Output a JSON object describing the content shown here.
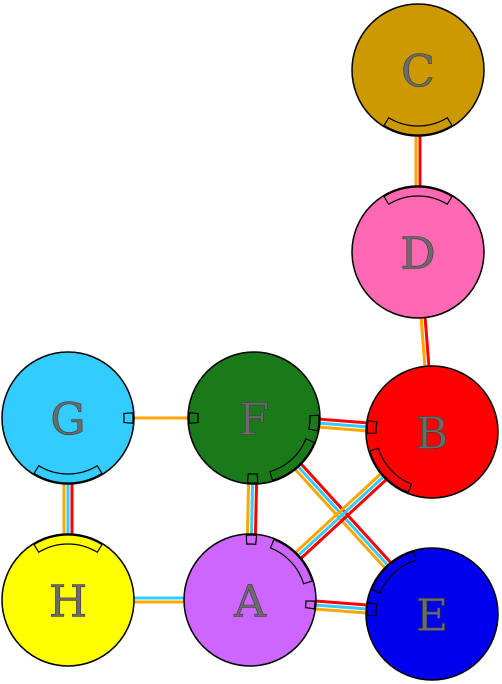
{
  "nodes": [
    {
      "id": "C",
      "label": "C",
      "color": "#cc9900"
    },
    {
      "id": "D",
      "label": "D",
      "color": "#ff69b4"
    },
    {
      "id": "G",
      "label": "G",
      "color": "#33ccff"
    },
    {
      "id": "F",
      "label": "F",
      "color": "#1a7a1a"
    },
    {
      "id": "B",
      "label": "B",
      "color": "#ff0000"
    },
    {
      "id": "H",
      "label": "H",
      "color": "#ffff00"
    },
    {
      "id": "A",
      "label": "A",
      "color": "#cc66ff"
    },
    {
      "id": "E",
      "label": "E",
      "color": "#0000ee"
    }
  ],
  "edges": [
    {
      "from": "C",
      "to": "D",
      "colors": [
        "#ff0000",
        "#ffa500"
      ]
    },
    {
      "from": "D",
      "to": "B",
      "colors": [
        "#ff0000",
        "#ffa500"
      ]
    },
    {
      "from": "G",
      "to": "F",
      "colors": [
        "#ffa500"
      ]
    },
    {
      "from": "G",
      "to": "H",
      "colors": [
        "#ff0000",
        "#33ccff",
        "#ffa500"
      ]
    },
    {
      "from": "F",
      "to": "B",
      "colors": [
        "#ff0000",
        "#33ccff",
        "#ffa500"
      ]
    },
    {
      "from": "F",
      "to": "A",
      "colors": [
        "#ff0000",
        "#33ccff",
        "#ffa500"
      ]
    },
    {
      "from": "F",
      "to": "E",
      "colors": [
        "#ff0000",
        "#33ccff",
        "#ffa500"
      ]
    },
    {
      "from": "B",
      "to": "A",
      "colors": [
        "#ff0000",
        "#33ccff",
        "#ffa500"
      ]
    },
    {
      "from": "H",
      "to": "A",
      "colors": [
        "#33ccff",
        "#ffa500"
      ]
    },
    {
      "from": "A",
      "to": "E",
      "colors": [
        "#ff0000",
        "#33ccff",
        "#ffa500"
      ]
    }
  ],
  "arcs": [
    {
      "node": "C",
      "toward": "D",
      "color": "#ff69b4"
    },
    {
      "node": "D",
      "toward": "C",
      "color": "#cc9900"
    },
    {
      "node": "G",
      "toward": "F",
      "color": "#1a7a1a"
    },
    {
      "node": "G",
      "toward": "H",
      "color": "#ffff00"
    },
    {
      "node": "H",
      "toward": "G",
      "color": "#33ccff"
    },
    {
      "node": "F",
      "toward": "G",
      "color": "#33ccff"
    },
    {
      "node": "F",
      "toward": "B",
      "color": "#ff0000"
    },
    {
      "node": "F",
      "toward": "A",
      "color": "#cc66ff"
    },
    {
      "node": "F",
      "toward": "E",
      "color": "#0000ee"
    },
    {
      "node": "B",
      "toward": "F",
      "color": "#1a7a1a"
    },
    {
      "node": "B",
      "toward": "A",
      "color": "#cc66ff"
    },
    {
      "node": "A",
      "toward": "F",
      "color": "#1a7a1a"
    },
    {
      "node": "A",
      "toward": "B",
      "color": "#ff0000"
    },
    {
      "node": "A",
      "toward": "E",
      "color": "#0000ee"
    },
    {
      "node": "E",
      "toward": "A",
      "color": "#cc66ff"
    },
    {
      "node": "E",
      "toward": "F",
      "color": "#1a7a1a"
    }
  ]
}
